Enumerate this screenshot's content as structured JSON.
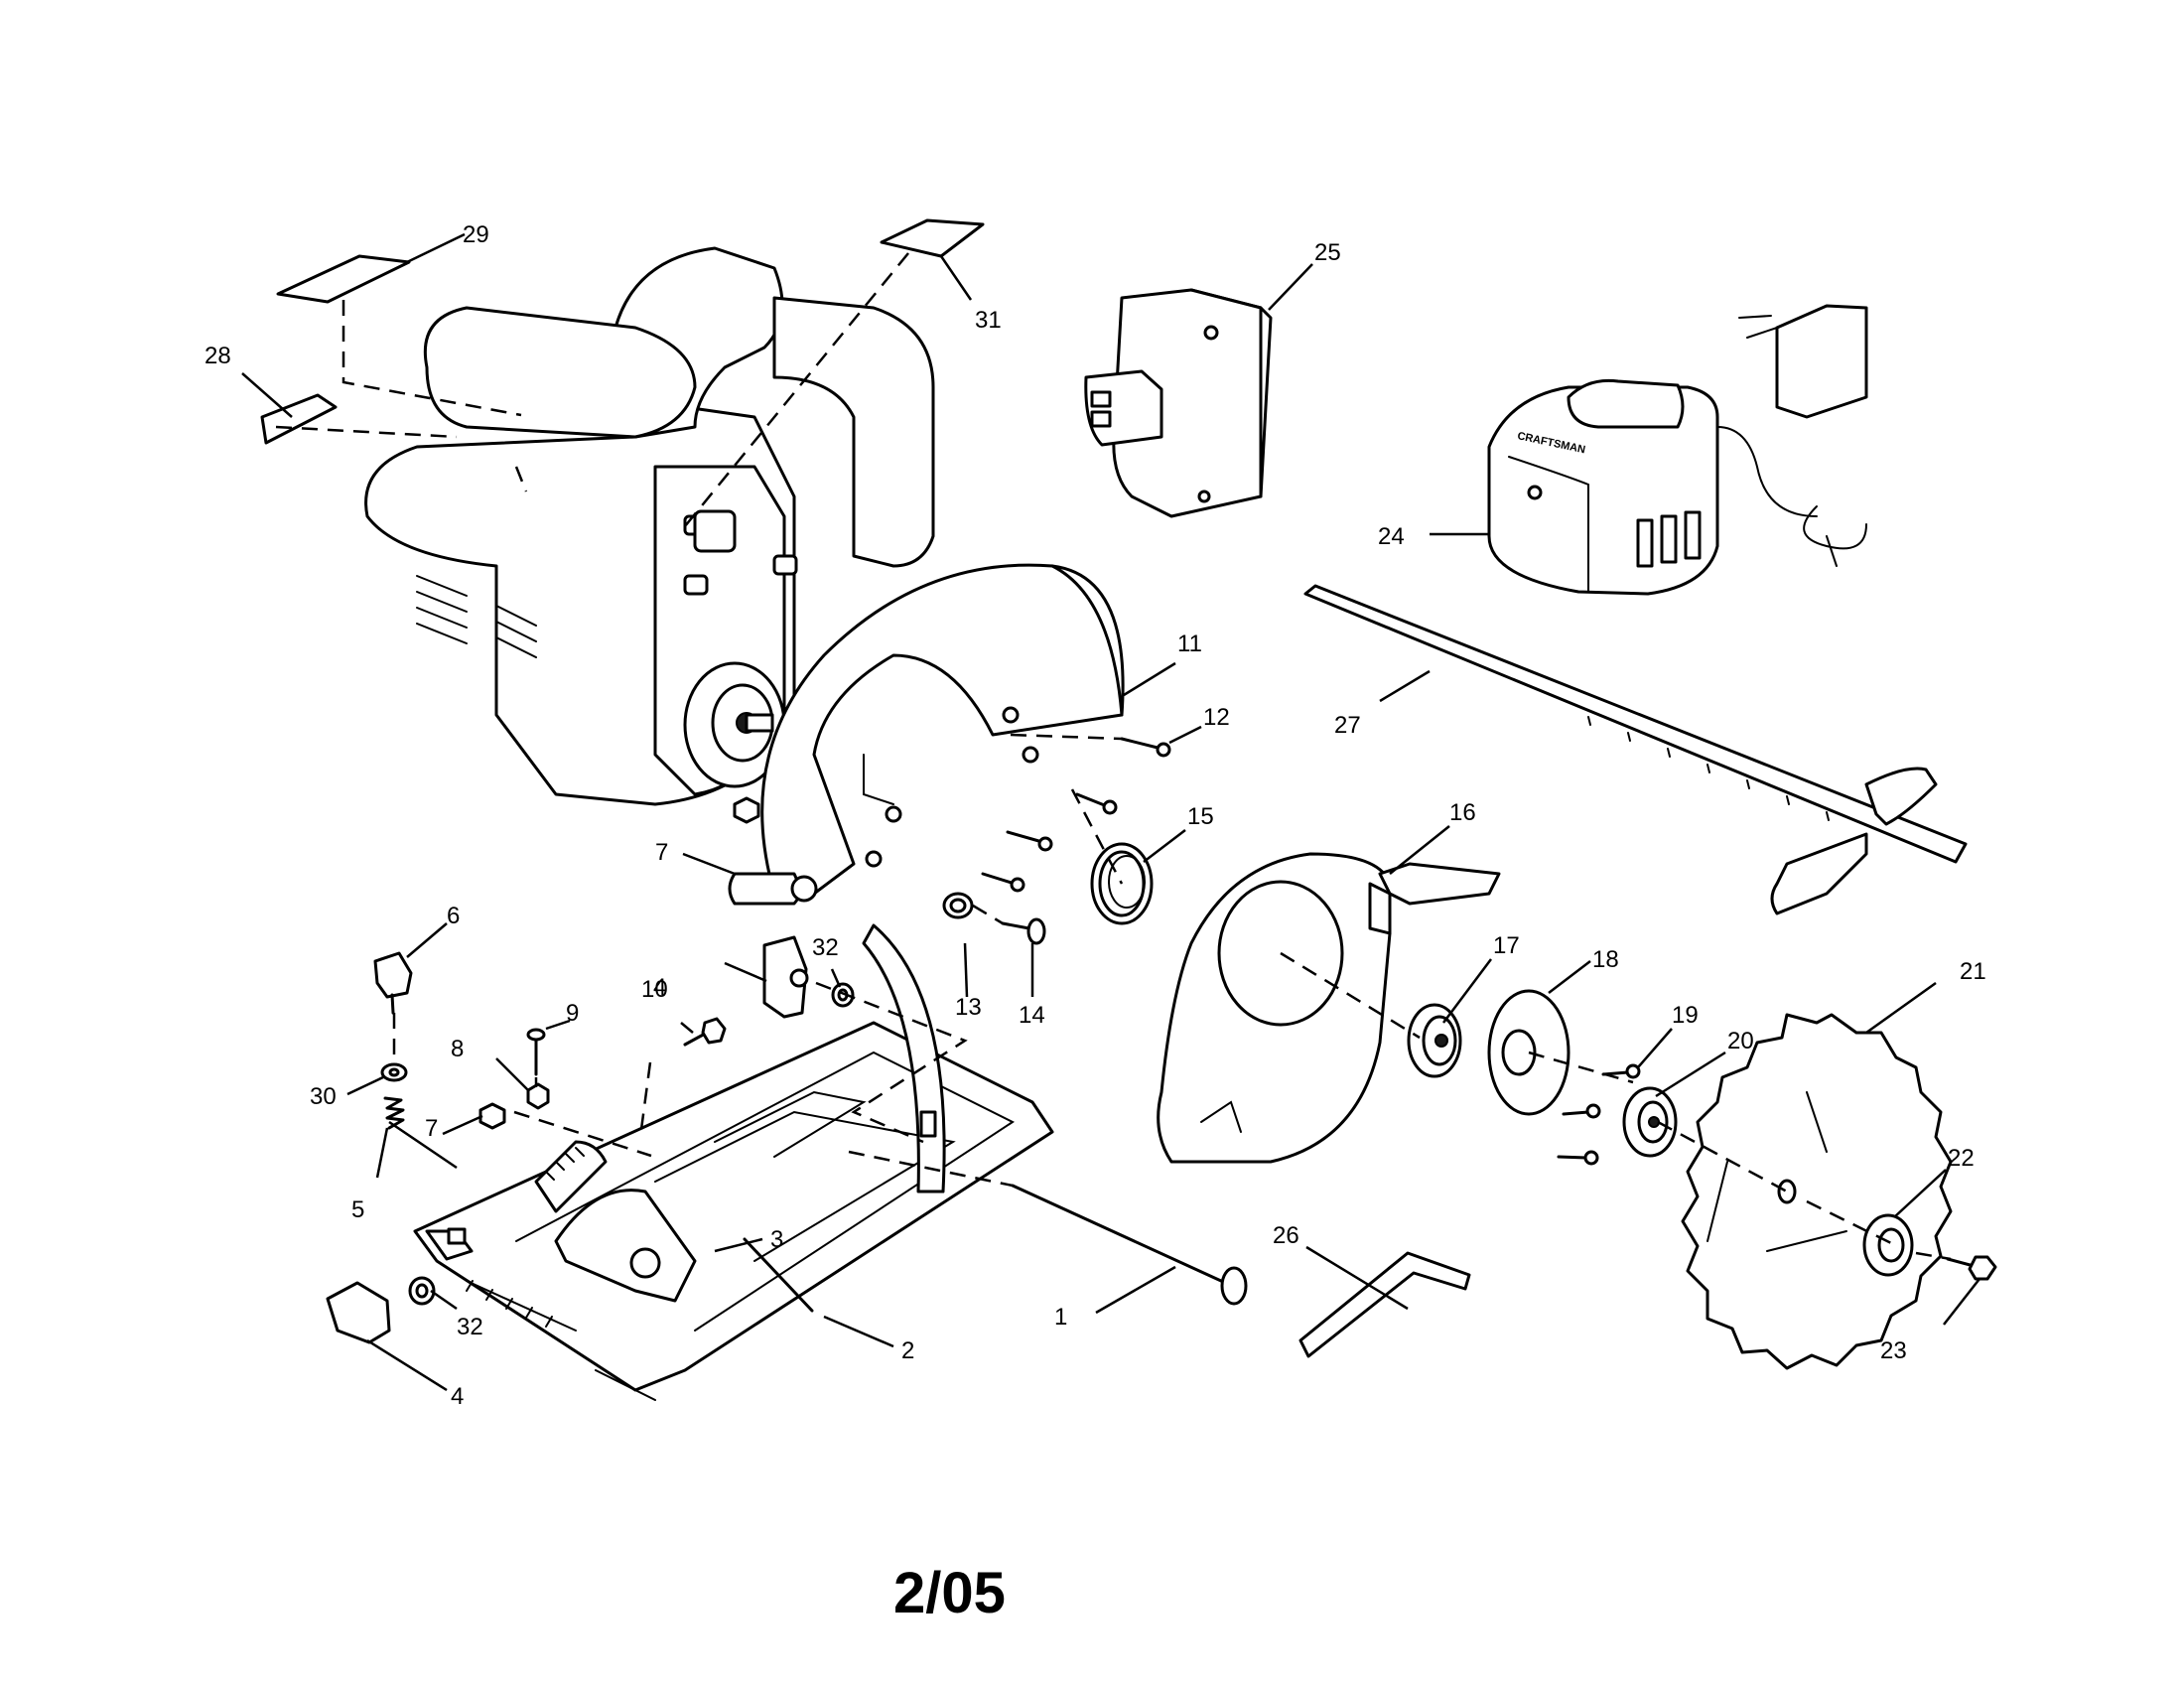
{
  "drawing_date": "2/05",
  "callouts": {
    "c1": "1",
    "c2": "2",
    "c3": "3",
    "c4a": "4",
    "c4b": "4",
    "c5": "5",
    "c6": "6",
    "c7a": "7",
    "c7b": "7",
    "c8": "8",
    "c9": "9",
    "c10": "10",
    "c11": "11",
    "c12": "12",
    "c13": "13",
    "c14": "14",
    "c15": "15",
    "c16": "16",
    "c17": "17",
    "c18": "18",
    "c19": "19",
    "c20": "20",
    "c21": "21",
    "c22": "22",
    "c23": "23",
    "c24": "24",
    "c25": "25",
    "c26": "26",
    "c27": "27",
    "c28": "28",
    "c29": "29",
    "c30": "30",
    "c31": "31",
    "c32a": "32",
    "c32b": "32"
  },
  "charger_label": "CRAFTSMAN"
}
